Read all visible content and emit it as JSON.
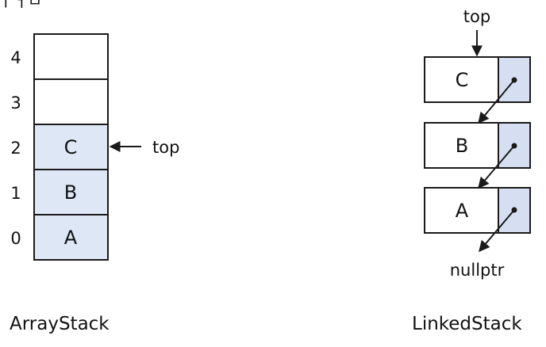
{
  "header_fragment": "ㅣㅓㅁ",
  "array_stack": {
    "caption": "ArrayStack",
    "slots": [
      {
        "index": "4",
        "value": ""
      },
      {
        "index": "3",
        "value": ""
      },
      {
        "index": "2",
        "value": "C"
      },
      {
        "index": "1",
        "value": "B"
      },
      {
        "index": "0",
        "value": "A"
      }
    ],
    "top_label": "top"
  },
  "linked_stack": {
    "caption": "LinkedStack",
    "top_label": "top",
    "nodes": [
      {
        "value": "C"
      },
      {
        "value": "B"
      },
      {
        "value": "A"
      }
    ],
    "null_label": "nullptr"
  },
  "colors": {
    "filled": "#dde7f5",
    "pointer_cell": "#d6dff2",
    "stroke": "#1a1a1a"
  }
}
